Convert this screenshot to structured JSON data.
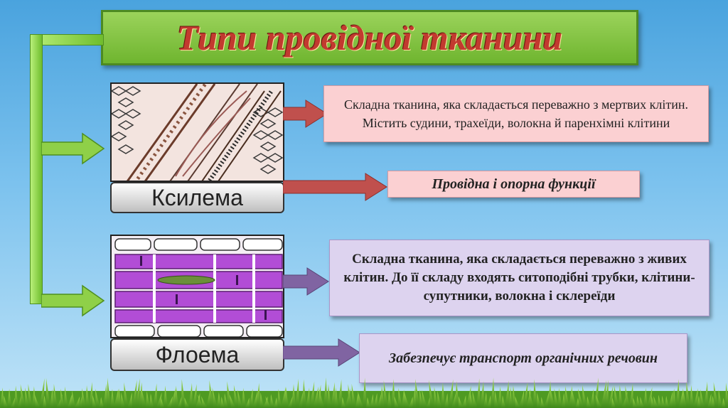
{
  "title": "Типи провідної тканини",
  "xylem": {
    "label": "Ксилема",
    "description": "Складна тканина, яка складається переважно з мертвих клітин. Містить судини, трахеїди, волокна й паренхімні клітини",
    "function": "Провідна і опорна функції"
  },
  "phloem": {
    "label": "Флоема",
    "description": "Складна тканина, яка складається переважно з живих клітин. До її складу входять ситоподібні трубки, клітини-супутники, волокна і склереїди",
    "function": "Забезпечує транспорт органічних речовин"
  },
  "colors": {
    "title_fill": "#7fc23f",
    "title_text": "#c23a2f",
    "xylem_arrow": "#c0504d",
    "phloem_arrow": "#8064a2",
    "xylem_box": "#fbd0d2",
    "phloem_box": "#ddd3ef"
  }
}
